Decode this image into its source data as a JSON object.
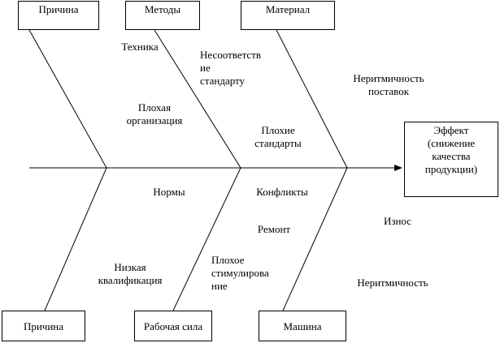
{
  "categories": {
    "top_left": "Причина",
    "top_middle": "Методы",
    "top_right": "Материал",
    "bottom_left": "Причина",
    "bottom_middle": "Рабочая сила",
    "bottom_right": "Машина"
  },
  "effect": "Эффект\n(снижение\nкачества\nпродукции)",
  "causes": {
    "tekhnika": "Техника",
    "nesootvetstvie": "Несоответств\nие\nстандарту",
    "nezritmichnost_postavok": "Неритмичность\nпоставок",
    "plokhaya_organizatsiya": "Плохая\nорганизация",
    "plokhie_standarty": "Плохие\nстандарты",
    "normy": "Нормы",
    "konflikty": "Конфликты",
    "iznos": "Износ",
    "remont": "Ремонт",
    "nizkaya_kvalifikatsiya": "Низкая\nквалификация",
    "plokhoe_stimulirovanie": "Плохое\nстимулирова\nние",
    "neritmichnost": "Неритмичность"
  },
  "colors": {
    "line": "#000000",
    "background": "#ffffff"
  }
}
